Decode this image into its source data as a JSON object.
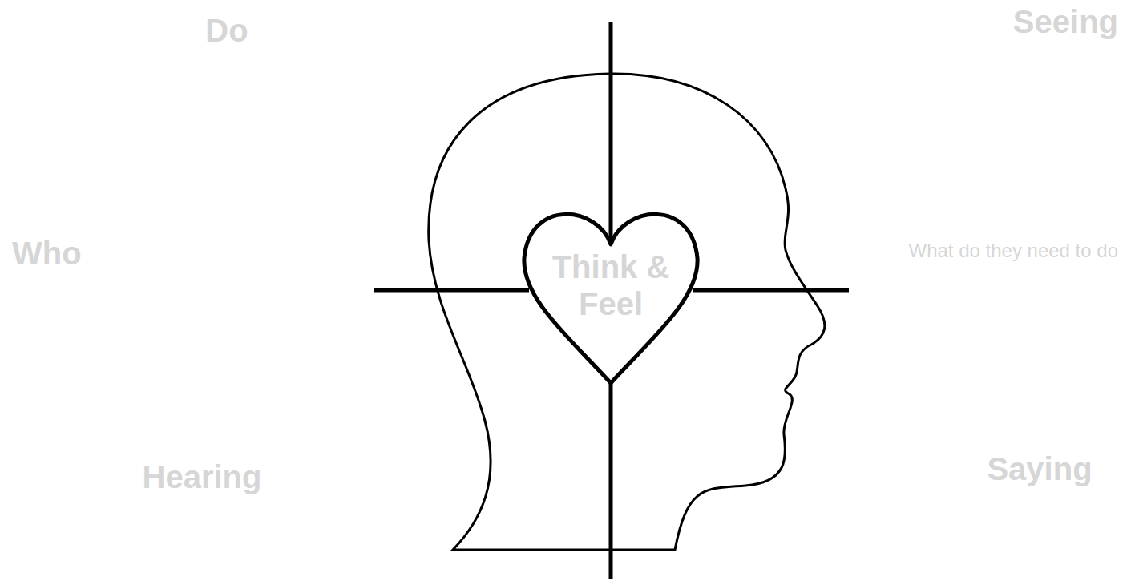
{
  "diagram": {
    "nodes": [
      {
        "text": [
          "Think & Feel"
        ]
      }
    ],
    "labels": [
      "Do",
      "Seeing",
      "Who",
      "What do they need to do",
      "Hearing",
      "Saying"
    ]
  }
}
